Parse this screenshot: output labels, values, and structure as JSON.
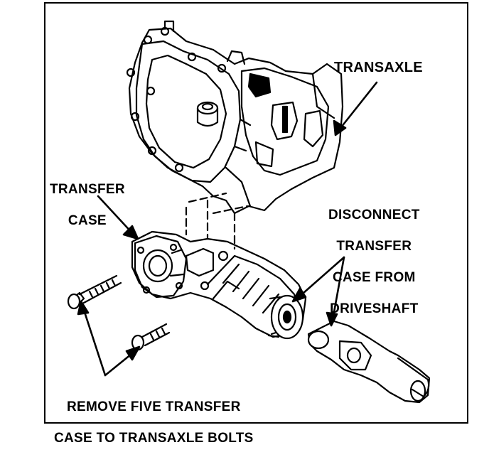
{
  "labels": {
    "transaxle": "TRANSAXLE",
    "transfer_case": [
      "TRANSFER",
      "CASE"
    ],
    "disconnect": [
      "DISCONNECT",
      "TRANSFER",
      "CASE FROM",
      "DRIVESHAFT"
    ],
    "remove_bolts": [
      "REMOVE FIVE TRANSFER",
      "CASE TO TRANSAXLE BOLTS"
    ]
  },
  "colors": {
    "ink": "#000000",
    "paper": "#ffffff"
  }
}
